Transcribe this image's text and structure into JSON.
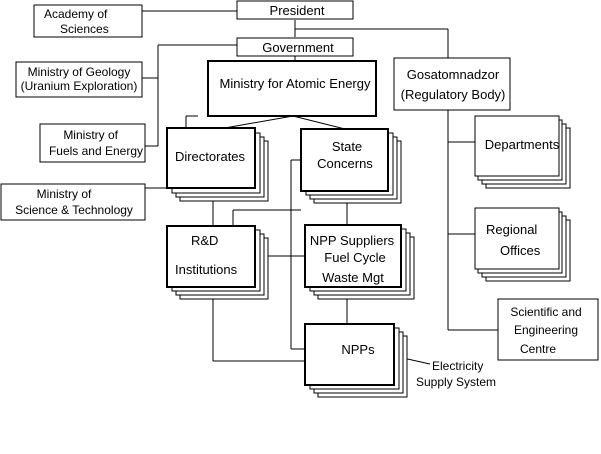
{
  "nodes": {
    "president": "President",
    "academy": [
      "Academy of",
      "Sciences"
    ],
    "government": "Government",
    "min_geology": [
      "Ministry of Geology",
      "(Uranium Exploration)"
    ],
    "min_fuels": [
      "Ministry of",
      "Fuels and Energy"
    ],
    "min_science": [
      "Ministry of",
      "Science & Technology"
    ],
    "min_atomic": "Ministry for Atomic Energy",
    "gosatom": [
      "Gosatomnadzor",
      "(Regulatory Body)"
    ],
    "directorates": "Directorates",
    "state_concerns": [
      "State",
      "Concerns"
    ],
    "departments": "Departments",
    "regional": [
      "Regional",
      "Offices"
    ],
    "rd": [
      "R&D",
      "Institutions"
    ],
    "npp_suppliers": [
      "NPP Suppliers",
      "Fuel Cycle",
      "Waste Mgt"
    ],
    "sec": [
      "Scientific and",
      "Engineering",
      "Centre"
    ],
    "npps": "NPPs",
    "electricity": [
      "Electricity",
      "Supply System"
    ]
  }
}
